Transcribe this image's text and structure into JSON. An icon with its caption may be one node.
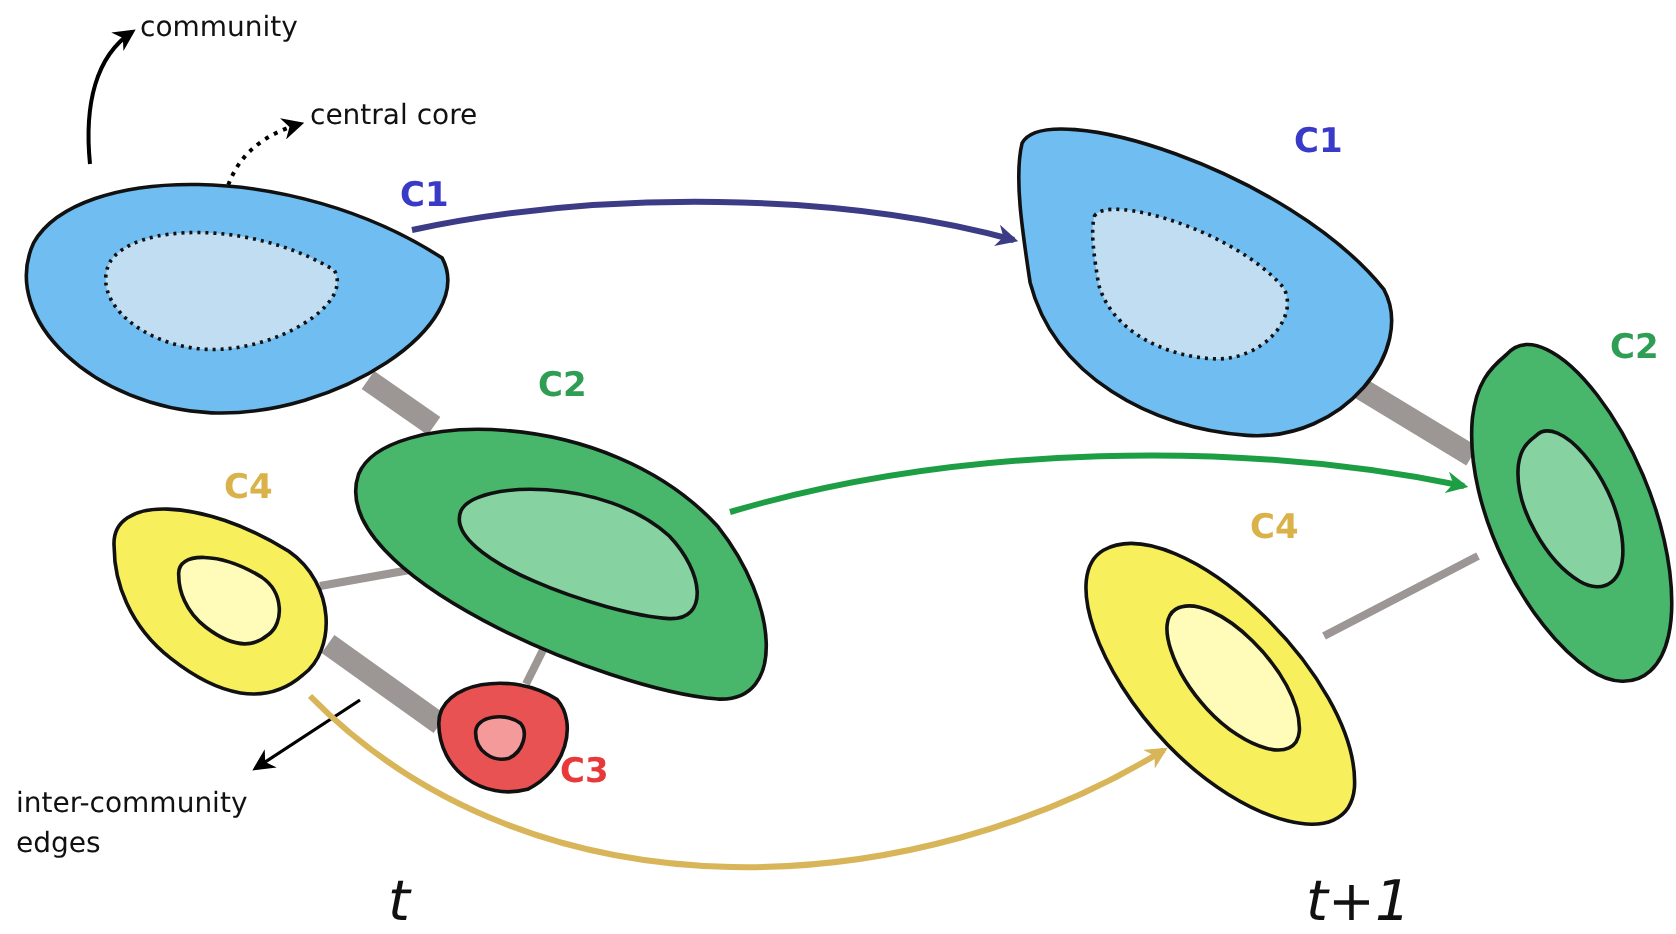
{
  "diagram": {
    "nodes": [
      {
        "text": [
          "community"
        ]
      },
      {
        "text": [
          "central core"
        ]
      },
      {
        "text": [
          "inter-community edges"
        ]
      },
      {
        "text": [],
        "shape": "blob",
        "beside": [
          "C1"
        ]
      },
      {
        "text": [],
        "shape": "blob",
        "in": 3
      },
      {
        "text": [],
        "shape": "blob",
        "beside": [
          "C2"
        ]
      },
      {
        "text": [],
        "shape": "blob",
        "in": 5
      },
      {
        "text": [],
        "shape": "blob",
        "beside": [
          "C4"
        ]
      },
      {
        "text": [],
        "shape": "blob",
        "in": 7
      },
      {
        "text": [],
        "shape": "blob",
        "beside": [
          "C3"
        ]
      },
      {
        "text": [],
        "shape": "blob",
        "in": 9
      },
      {
        "text": [],
        "shape": "blob",
        "beside": [
          "C1"
        ]
      },
      {
        "text": [],
        "shape": "blob",
        "in": 11
      },
      {
        "text": [],
        "shape": "blob",
        "beside": [
          "C2"
        ]
      },
      {
        "text": [],
        "shape": "blob",
        "in": 13
      },
      {
        "text": [],
        "shape": "blob",
        "beside": [
          "C4"
        ]
      },
      {
        "text": [],
        "shape": "blob",
        "in": 15
      }
    ],
    "edges": [
      {
        "from": 3,
        "to": 0,
        "arrow": "to",
        "color": "#000000"
      },
      {
        "from": 4,
        "to": 1,
        "arrow": "to",
        "style": "dashed",
        "color": "#000000"
      },
      {
        "from": null,
        "to": 2,
        "arrow": "to",
        "color": "#000000"
      },
      {
        "from": 3,
        "to": 11,
        "arrow": "to",
        "color": "#3b3b86"
      },
      {
        "from": 5,
        "to": 13,
        "arrow": "to",
        "color": "#1e9e44"
      },
      {
        "from": 7,
        "to": 15,
        "arrow": "to",
        "color": "#d9b55a"
      },
      {
        "from": 3,
        "to": 5,
        "arrow": "none",
        "style": "thick"
      },
      {
        "from": 7,
        "to": 5,
        "arrow": "none"
      },
      {
        "from": 7,
        "to": 9,
        "arrow": "none",
        "style": "thick"
      },
      {
        "from": 5,
        "to": 9,
        "arrow": "none"
      },
      {
        "from": 11,
        "to": 13,
        "arrow": "none",
        "style": "thick"
      },
      {
        "from": 15,
        "to": 13,
        "arrow": "none"
      }
    ],
    "labels": [
      "t",
      "t+1"
    ]
  }
}
